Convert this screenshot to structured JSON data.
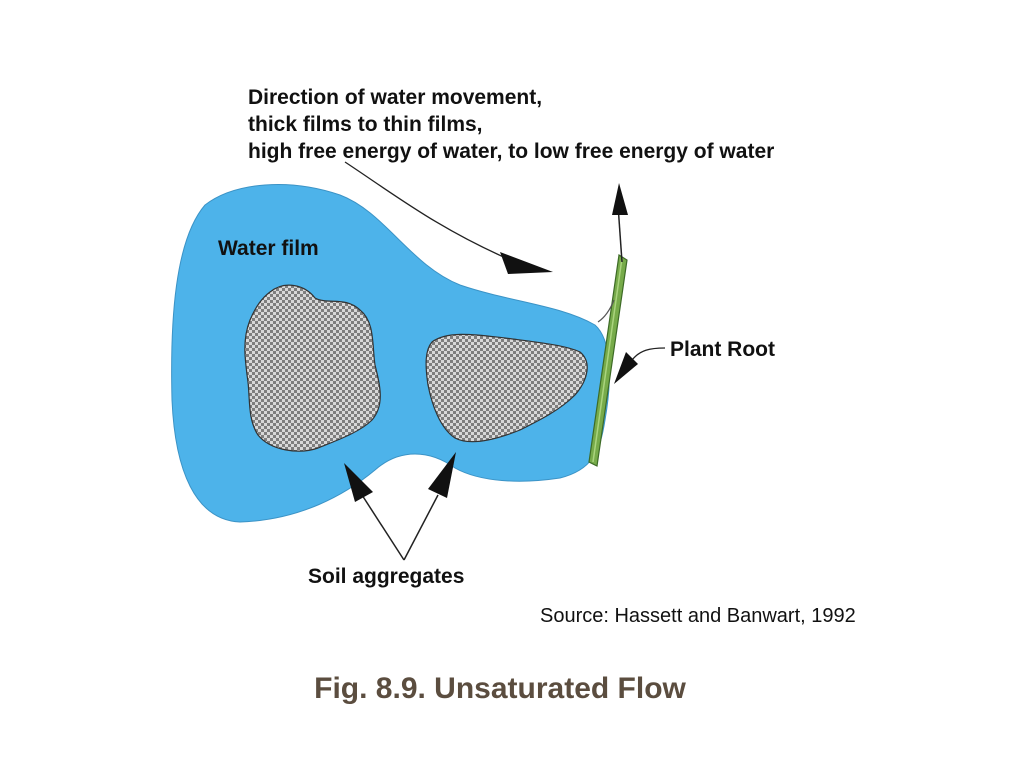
{
  "diagram": {
    "direction_lines": [
      "Direction of water movement,",
      "thick films to thin films,",
      "high free energy of water, to low free energy of water"
    ],
    "water_film_label": "Water film",
    "plant_root_label": "Plant Root",
    "soil_aggregates_label": "Soil aggregates",
    "source": "Source: Hassett and Banwart, 1992"
  },
  "caption": {
    "text": "Fig. 8.9.  Unsaturated Flow"
  },
  "colors": {
    "water": "#4db3ea",
    "aggregate": "#b9b9b9",
    "root": "#77ab4a",
    "caption": "#5b4d3f"
  }
}
